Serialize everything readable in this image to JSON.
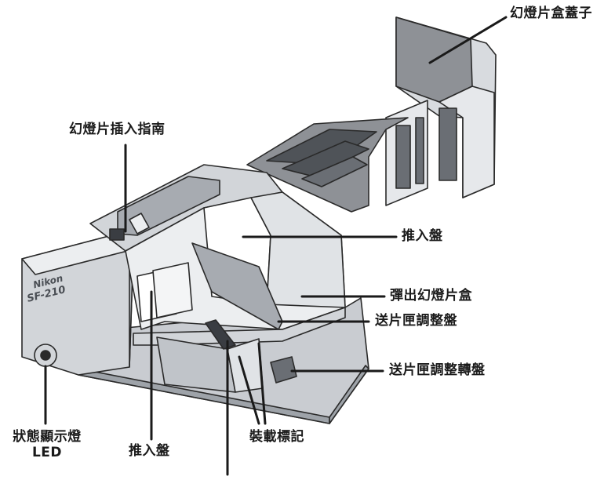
{
  "colors": {
    "body_light": "#eceef0",
    "body_mid": "#d2d5d9",
    "body_dark": "#9ea3a9",
    "cover": "#8e9196",
    "outline": "#2a2a2a",
    "label_text": "#1a1a1a"
  },
  "labels": {
    "slide_cover": "幻燈片盒蓋子",
    "insert_guide": "幻燈片插入指南",
    "push_tray_upper": "推入盤",
    "eject_box": "彈出幻燈片盒",
    "feeder_adjust_tray": "送片匣調整盤",
    "feeder_adjust_dial": "送片匣調整轉盤",
    "status_led_line1": "狀態顯示燈",
    "status_led_line2": "LED",
    "push_tray_lower": "推入盤",
    "load_marks": "裝載標記"
  },
  "device": {
    "brand": "Nikon",
    "model": "SF-210"
  }
}
